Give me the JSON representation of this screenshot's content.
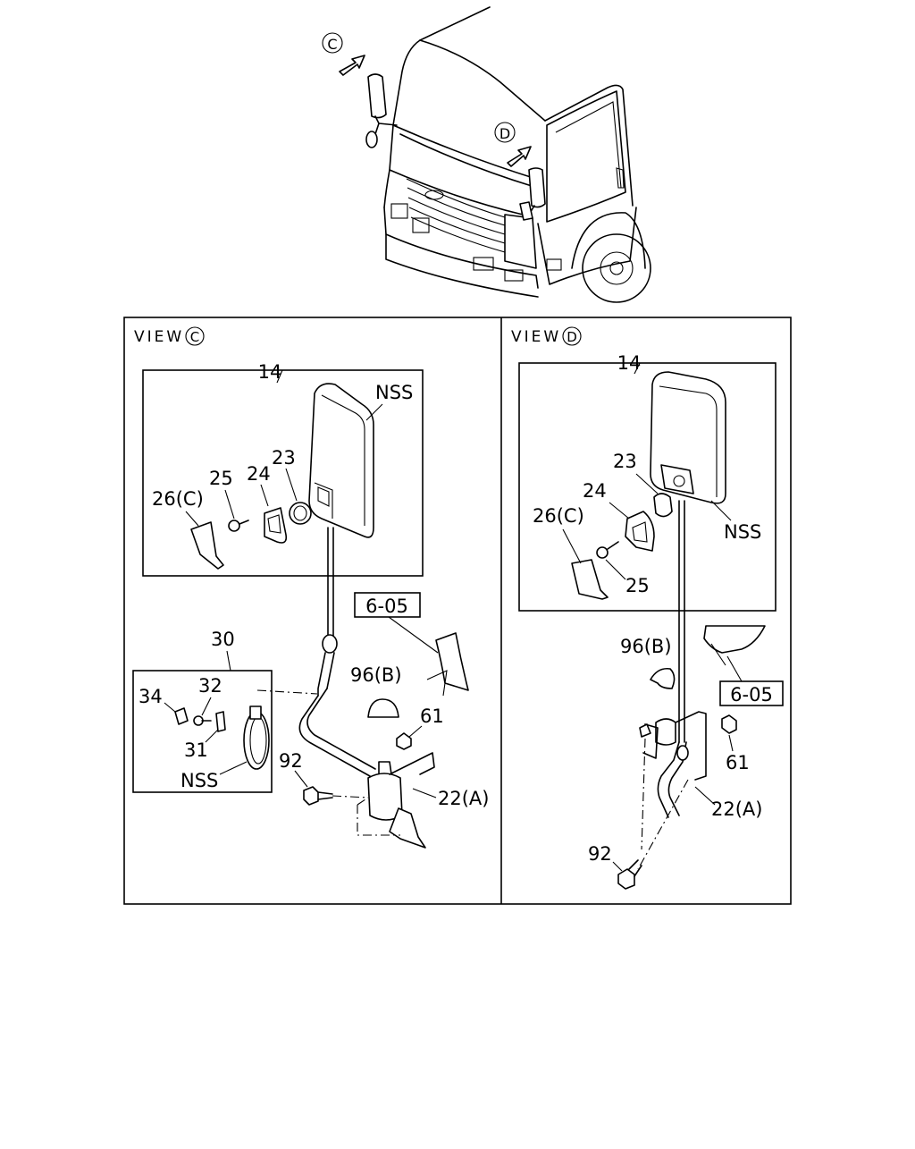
{
  "overview": {
    "marker_c": "C",
    "marker_d": "D"
  },
  "view_c": {
    "title": "VIEW",
    "circle_letter": "C",
    "labels": {
      "mirror_assy": "14",
      "nss_mirror": "NSS",
      "p23": "23",
      "p24": "24",
      "p25": "25",
      "p26c": "26(C)",
      "p30": "30",
      "p32": "32",
      "p34": "34",
      "p31": "31",
      "nss_sub": "NSS",
      "p96b": "96(B)",
      "p61": "61",
      "p92": "92",
      "p22a": "22(A)",
      "ref": "6-05"
    }
  },
  "view_d": {
    "title": "VIEW",
    "circle_letter": "D",
    "labels": {
      "mirror_assy": "14",
      "p23": "23",
      "p24": "24",
      "p26c": "26(C)",
      "nss_mirror": "NSS",
      "p25": "25",
      "p96b": "96(B)",
      "ref": "6-05",
      "p61": "61",
      "p22a": "22(A)",
      "p92": "92"
    }
  }
}
